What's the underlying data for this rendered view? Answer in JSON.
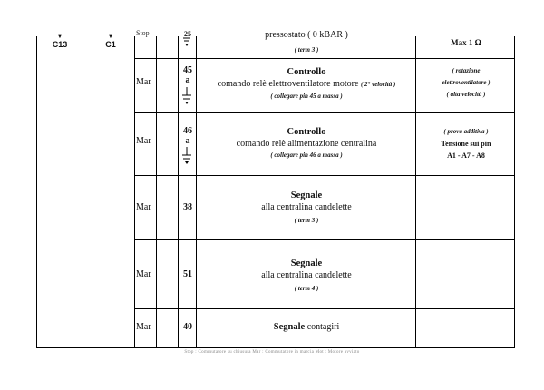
{
  "top_left": {
    "connector_a": "C13",
    "connector_b": "C1"
  },
  "row_top": {
    "mar": "Stop",
    "pin": "25",
    "desc": "pressostato ( 0 kBAR )",
    "note": "( term 3 )",
    "value": "Max 1 Ω"
  },
  "rows": [
    {
      "mar": "Mar",
      "pin_top": "45",
      "pin_mid": "a",
      "title": "Controllo",
      "desc": "comando relè elettroventilatore motore",
      "desc_suffix": "( 2° velocità )",
      "note": "( collegare pin 45  a massa )",
      "val_1": "( rotazione",
      "val_2": "elettroventilatore )",
      "val_3": "( alta velocità )"
    },
    {
      "mar": "Mar",
      "pin_top": "46",
      "pin_mid": "a",
      "title": "Controllo",
      "desc": "comando relè alimentazione centralina",
      "note": "( collegare pin 46 a massa )",
      "val_1": "( prova additiva )",
      "val_2": "Tensione sui pin",
      "val_3": "A1 - A7 - A8"
    },
    {
      "mar": "Mar",
      "pin": "38",
      "title": "Segnale",
      "desc": "alla centralina candelette",
      "note": "( term 3 )"
    },
    {
      "mar": "Mar",
      "pin": "51",
      "title": "Segnale",
      "desc": "alla centralina candelette",
      "note": "( term 4 )"
    },
    {
      "mar": "Mar",
      "pin": "40",
      "title": "Segnale",
      "desc": "contagiri"
    }
  ],
  "footer": "Stop : Commutatore su chiusura   Mar : Commutatore in marcia   Mot : Motore avviato"
}
